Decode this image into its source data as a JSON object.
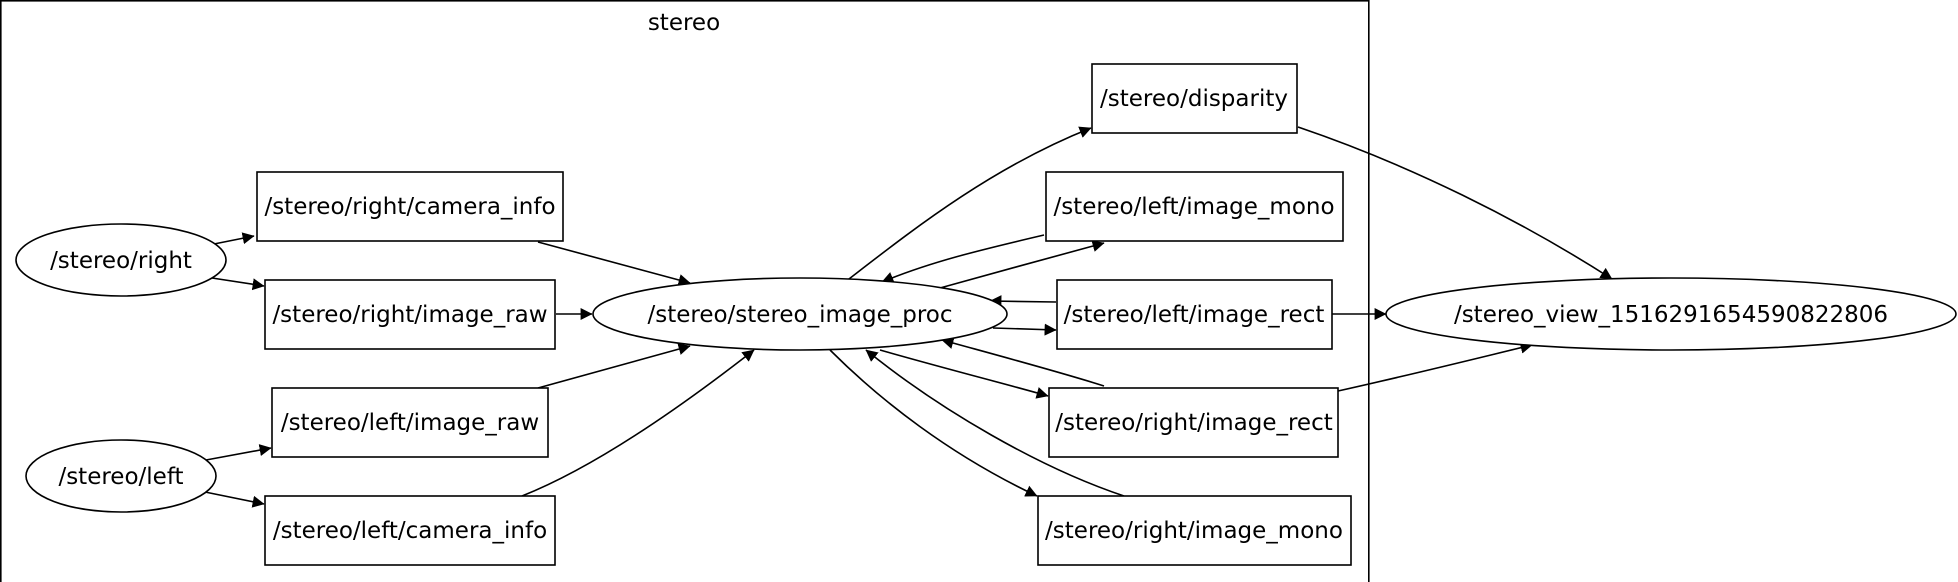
{
  "graph": {
    "cluster_label": "stereo",
    "nodes": {
      "right": "/stereo/right",
      "left": "/stereo/left",
      "right_camera_info": "/stereo/right/camera_info",
      "right_image_raw": "/stereo/right/image_raw",
      "left_image_raw": "/stereo/left/image_raw",
      "left_camera_info": "/stereo/left/camera_info",
      "proc": "/stereo/stereo_image_proc",
      "disparity": "/stereo/disparity",
      "left_image_mono": "/stereo/left/image_mono",
      "left_image_rect": "/stereo/left/image_rect",
      "right_image_rect": "/stereo/right/image_rect",
      "right_image_mono": "/stereo/right/image_mono",
      "view": "/stereo_view_1516291654590822806"
    }
  }
}
